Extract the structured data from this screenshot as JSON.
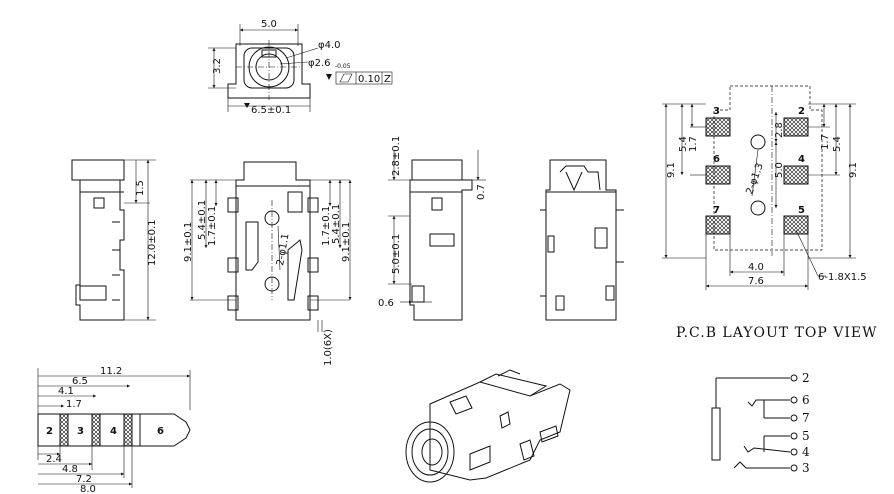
{
  "top_view": {
    "width_dim": "5.0",
    "height_dim": "3.2",
    "hole_dim": "φ4.0",
    "inner_dim": "φ2.6",
    "inner_tol": "-0.05",
    "flatness_val": "0.10",
    "flatness_ref": "Z",
    "base_dim": "6.5±0.1"
  },
  "side_view_left": {
    "dim_top": "1.5",
    "dim_length": "12.0±0.1"
  },
  "bottom_view": {
    "d1": "9.1±0.1",
    "d2": "5.4±0.1",
    "d3": "1.7±0.1",
    "hole": "2-φ1.1",
    "r1": "1.7±0.1",
    "r2": "5.4±0.1",
    "r3": "9.1±0.1",
    "pin_pitch": "1.0(6X)"
  },
  "side_view_right": {
    "d_top": "2.8±0.1",
    "d_mid": "5.0±0.1",
    "d_pin": "0.6",
    "d_right": "0.7"
  },
  "pcb_layout": {
    "title": "P.C.B LAYOUT TOP VIEW",
    "pins": [
      "3",
      "2",
      "6",
      "4",
      "7",
      "5"
    ],
    "d_top": "1.7",
    "d_mid": "5.4",
    "d_total": "9.1",
    "hole": "2-φ1.3",
    "d_hole": "2.8",
    "d_center": "5.0",
    "w_inner": "4.0",
    "w_outer": "7.6",
    "pad_size": "6-1.8X1.5"
  },
  "plug": {
    "d_total": "11.2",
    "d1": "6.5",
    "d2": "4.1",
    "d3": "1.7",
    "d4": "2.4",
    "d5": "4.8",
    "d6": "7.2",
    "d7": "8.0",
    "contacts": [
      "2",
      "3",
      "4",
      "6"
    ]
  },
  "schematic": {
    "pins": [
      "2",
      "6",
      "7",
      "5",
      "4",
      "3"
    ]
  }
}
